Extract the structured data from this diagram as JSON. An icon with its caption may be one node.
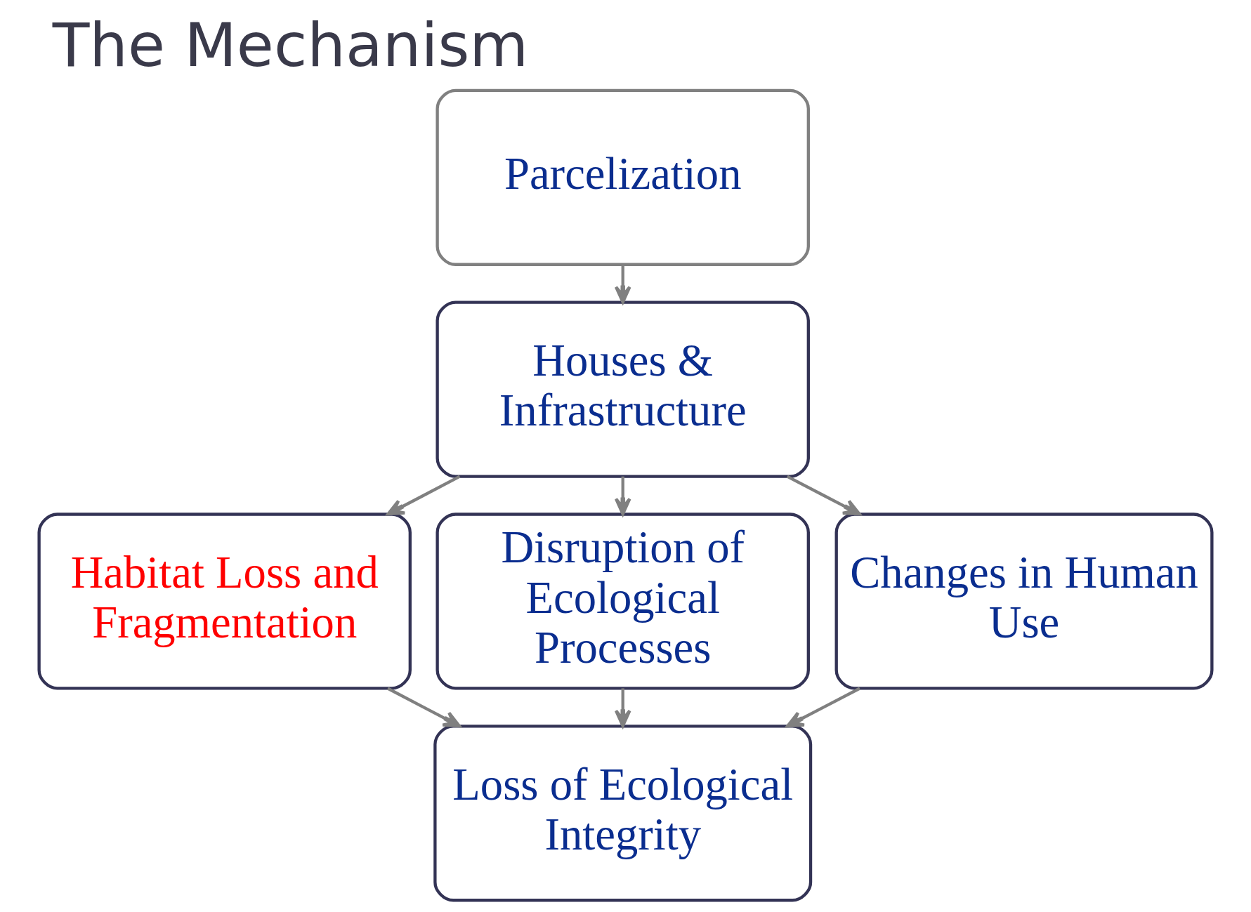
{
  "diagram": {
    "title": "The Mechanism",
    "nodes": [
      {
        "text": [
          "Parcelization"
        ]
      },
      {
        "text": [
          "Houses & Infrastructure"
        ]
      },
      {
        "text": [
          "Habitat Loss and Fragmentation"
        ]
      },
      {
        "text": [
          "Disruption of Ecological Processes"
        ]
      },
      {
        "text": [
          "Changes in Human Use"
        ]
      },
      {
        "text": [
          "Loss of Ecological Integrity"
        ]
      }
    ],
    "edges": [
      {
        "from": 0,
        "to": 1,
        "arrow": "to"
      },
      {
        "from": 1,
        "to": 2,
        "arrow": "to"
      },
      {
        "from": 1,
        "to": 3,
        "arrow": "to"
      },
      {
        "from": 1,
        "to": 4,
        "arrow": "to"
      },
      {
        "from": 2,
        "to": 5,
        "arrow": "to"
      },
      {
        "from": 3,
        "to": 5,
        "arrow": "to"
      },
      {
        "from": 4,
        "to": 5,
        "arrow": "to"
      }
    ]
  }
}
